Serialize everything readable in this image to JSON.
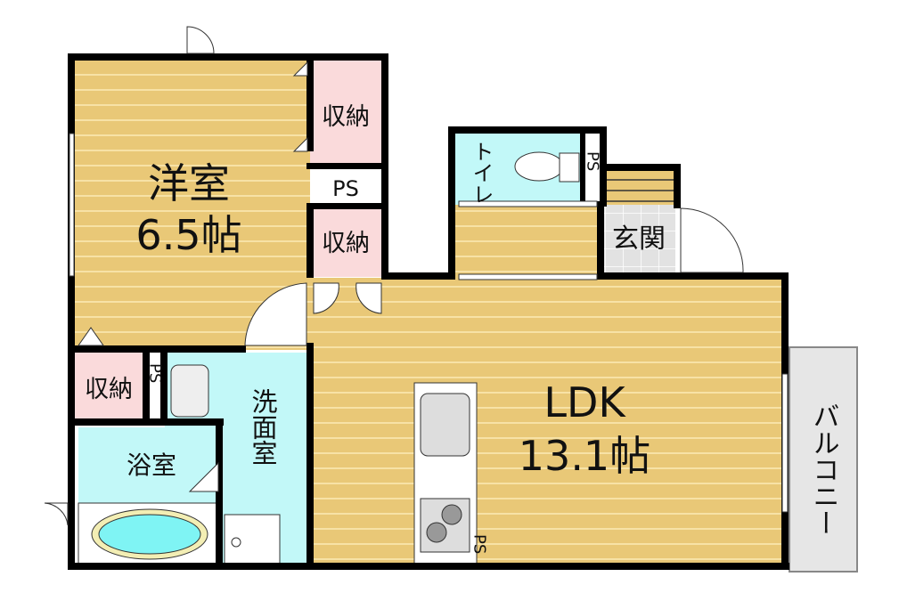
{
  "rooms": {
    "western": {
      "name": "洋室",
      "size": "6.5帖"
    },
    "ldk": {
      "name": "LDK",
      "size": "13.1帖"
    },
    "storage_top": "収納",
    "storage_mid": "収納",
    "storage_low": "収納",
    "toilet": "トイレ",
    "entrance": "玄関",
    "washroom": "洗面室",
    "bathroom": "浴室",
    "balcony": "バルコニー"
  },
  "ps_labels": [
    "PS",
    "PS",
    "PS",
    "PS"
  ],
  "colors": {
    "wood": "#e9c877",
    "wood_line": "#f7e2a6",
    "water": "#c2f8f8",
    "storage": "#fadadb",
    "tile": "#e2e2e2",
    "balcony": "#e6e6e6",
    "wall": "#000000"
  }
}
